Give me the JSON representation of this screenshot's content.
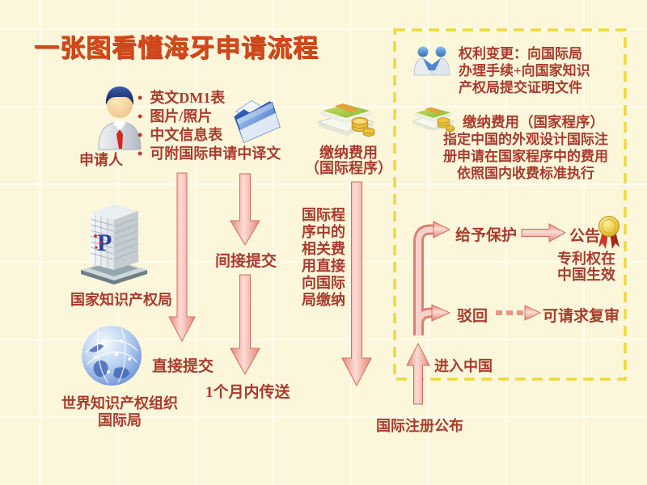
{
  "title": "一张图看懂海牙申请流程",
  "bullet": "•",
  "applicant": {
    "label": "申请人",
    "items": [
      "英文DM1表",
      "图片/照片",
      "中文信息表",
      "可附国际申请中译文"
    ]
  },
  "cnipa_label": "国家知识产权局",
  "wipo_label": [
    "世界知识产权组织",
    "国际局"
  ],
  "flow": {
    "direct_submit": "直接提交",
    "indirect_submit": "间接提交",
    "transfer": "1个月内传送",
    "fee_intl": [
      "缴纳费用",
      "（国际程序）"
    ],
    "fee_intl_note": [
      "国际程",
      "序中的",
      "相关费",
      "用直接",
      "向国际",
      "局缴纳"
    ],
    "intl_publish": "国际注册公布",
    "enter_china": "进入中国"
  },
  "china_box": {
    "rights_change": [
      "权利变更：向国际局",
      "办理手续+向国家知识",
      "产权局提交证明文件"
    ],
    "fee_natl_title": "缴纳费用（国家程序）",
    "fee_natl_note": [
      "指定中国的外观设计国际注",
      "册申请在国家程序中的费用",
      "依照国内收费标准执行"
    ],
    "grant": "给予保护",
    "announce": "公告",
    "effect": [
      "专利权在",
      "中国生效"
    ],
    "reject": "驳回",
    "review": "可请求复审"
  },
  "colors": {
    "title": "#d2491c",
    "text": "#a93b2d",
    "arrow_edge": "#e88878",
    "arrow_light": "#fbdcd5",
    "dashed_border": "#eed93a",
    "background": "#fcf7db"
  }
}
